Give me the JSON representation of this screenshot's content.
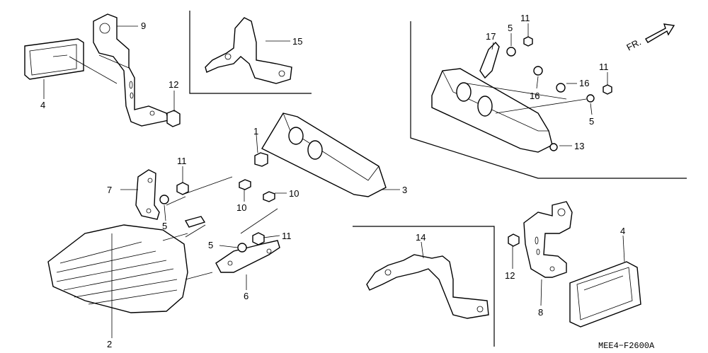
{
  "diagram": {
    "code": "MEE4−F2600A",
    "direction_label": "FR.",
    "callouts": {
      "c9": "9",
      "c4a": "4",
      "c12a": "12",
      "c15": "15",
      "c17": "17",
      "c5a": "5",
      "c11a": "11",
      "c16a": "16",
      "c16b": "16",
      "c11b": "11",
      "c5b": "5",
      "c13": "13",
      "c1": "1",
      "c3": "3",
      "c11c": "11",
      "c7": "7",
      "c5c": "5",
      "c10a": "10",
      "c10b": "10",
      "c11d": "11",
      "c5d": "5",
      "c6": "6",
      "c2": "2",
      "c14": "14",
      "c4b": "4",
      "c12b": "12",
      "c8": "8"
    }
  }
}
